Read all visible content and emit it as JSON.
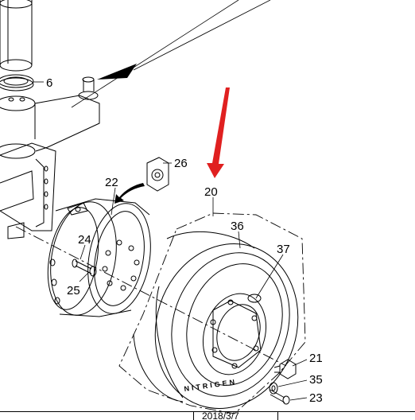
{
  "callouts": {
    "c6": "6",
    "c26": "26",
    "c22": "22",
    "c20": "20",
    "c36": "36",
    "c37": "37",
    "c24": "24",
    "c25": "25",
    "c21": "21",
    "c35": "35",
    "c23": "23"
  },
  "tire_brand": "NITRIGEN",
  "title_block": {
    "date": "2018/3/7"
  },
  "colors": {
    "highlight_arrow": "#e02020",
    "line": "#000000"
  }
}
